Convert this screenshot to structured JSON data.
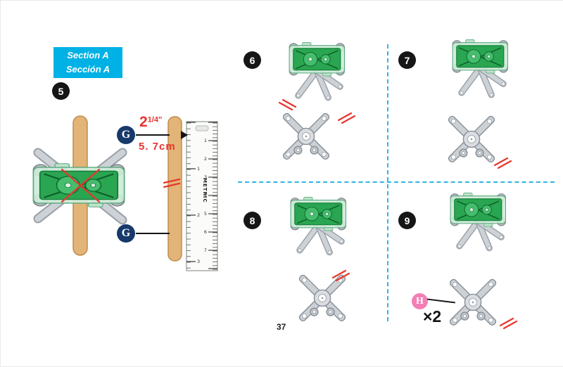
{
  "page": {
    "number": "37"
  },
  "banner": {
    "line1": "Section A",
    "line2": "Sección A"
  },
  "steps": [
    {
      "number": "5"
    },
    {
      "number": "6"
    },
    {
      "number": "7"
    },
    {
      "number": "8"
    },
    {
      "number": "9"
    }
  ],
  "measurement": {
    "inches_whole": "2",
    "inches_fraction": "1/4",
    "inches_unit": "″",
    "metric": "5. 7cm"
  },
  "part_labels": {
    "g_top": "G",
    "g_bottom": "G",
    "h": "H"
  },
  "quantity_note": "×2",
  "ruler": {
    "inch_numbers": [
      "1",
      "2",
      "3"
    ],
    "cm_numbers": [
      "1",
      "2",
      "3",
      "4",
      "5",
      "6",
      "7"
    ],
    "center_text": "METRIC"
  },
  "colors": {
    "banner_bg": "#00b1e5",
    "step_badge": "#161616",
    "g_badge": "#17396b",
    "h_badge": "#f47fb4",
    "measure_red": "#e8352e",
    "divider_cyan": "#2fb5e8",
    "stick_tan": "#e2b477",
    "part_green": "#2aa551",
    "part_gray": "#ccd1d6"
  }
}
